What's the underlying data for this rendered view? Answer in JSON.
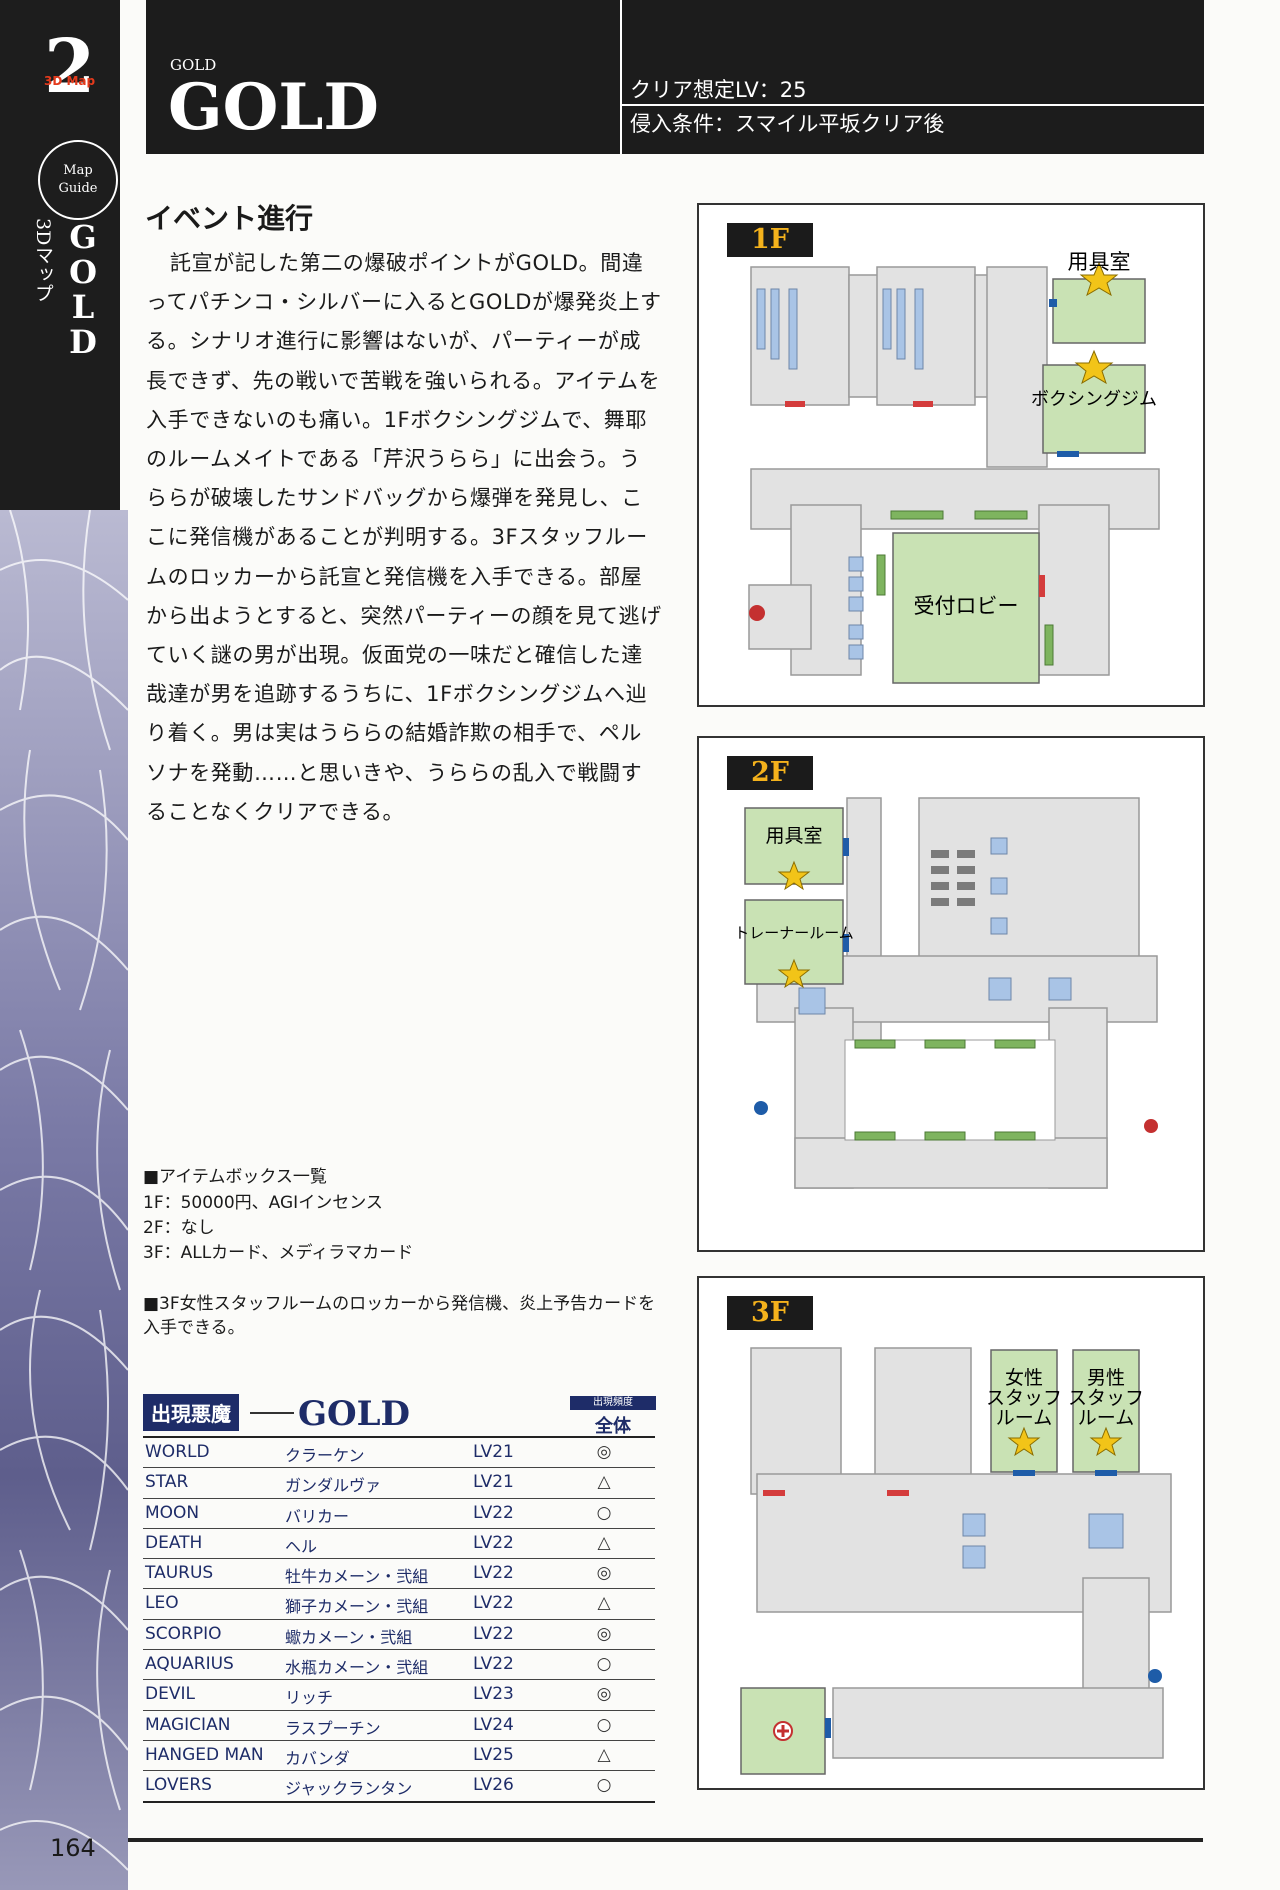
{
  "chapter": {
    "number": "2",
    "sub": "3D Map",
    "guide_line1": "Map",
    "guide_line2": "Guide",
    "vertical_jp": "3Dマップ",
    "vertical_gold": "GOLD"
  },
  "header": {
    "small_title": "GOLD",
    "big_title": "GOLD",
    "clear_level": "クリア想定LV：25",
    "entry_condition": "侵入条件：スマイル平坂クリア後"
  },
  "event": {
    "title": "イベント進行",
    "body": "託宣が記した第二の爆破ポイントがGOLD。間違ってパチンコ・シルバーに入るとGOLDが爆発炎上する。シナリオ進行に影響はないが、パーティーが成長できず、先の戦いで苦戦を強いられる。アイテムを入手できないのも痛い。1Fボクシングジムで、舞耶のルームメイトである「芹沢うらら」に出会う。うららが破壊したサンドバッグから爆弾を発見し、ここに発信機があることが判明する。3Fスタッフルームのロッカーから託宣と発信機を入手できる。部屋から出ようとすると、突然パーティーの顔を見て逃げていく謎の男が出現。仮面党の一味だと確信した達哉達が男を追跡するうちに、1Fボクシングジムへ辿り着く。男は実はうららの結婚詐欺の相手で、ペルソナを発動……と思いきや、うららの乱入で戦闘することなくクリアできる。"
  },
  "items": {
    "title": "■アイテムボックス一覧",
    "lines": [
      "1F：50000円、AGIインセンス",
      "2F：なし",
      "3F：ALLカード、メディラマカード"
    ]
  },
  "note": "■3F女性スタッフルームのロッカーから発信機、炎上予告カードを入手できる。",
  "demons": {
    "label": "出現悪魔",
    "area": "GOLD",
    "freq_header": "出現頻度",
    "freq_all": "全体",
    "rows": [
      {
        "arcana": "WORLD",
        "name": "クラーケン",
        "level": "LV21",
        "freq": "◎"
      },
      {
        "arcana": "STAR",
        "name": "ガンダルヴァ",
        "level": "LV21",
        "freq": "△"
      },
      {
        "arcana": "MOON",
        "name": "バリカー",
        "level": "LV22",
        "freq": "○"
      },
      {
        "arcana": "DEATH",
        "name": "ヘル",
        "level": "LV22",
        "freq": "△"
      },
      {
        "arcana": "TAURUS",
        "name": "牡牛カメーン・弐組",
        "level": "LV22",
        "freq": "◎"
      },
      {
        "arcana": "LEO",
        "name": "獅子カメーン・弐組",
        "level": "LV22",
        "freq": "△"
      },
      {
        "arcana": "SCORPIO",
        "name": "蠍カメーン・弐組",
        "level": "LV22",
        "freq": "◎"
      },
      {
        "arcana": "AQUARIUS",
        "name": "水瓶カメーン・弐組",
        "level": "LV22",
        "freq": "○"
      },
      {
        "arcana": "DEVIL",
        "name": "リッチ",
        "level": "LV23",
        "freq": "◎"
      },
      {
        "arcana": "MAGICIAN",
        "name": "ラスプーチン",
        "level": "LV24",
        "freq": "○"
      },
      {
        "arcana": "HANGED MAN",
        "name": "カバンダ",
        "level": "LV25",
        "freq": "△"
      },
      {
        "arcana": "LOVERS",
        "name": "ジャックランタン",
        "level": "LV26",
        "freq": "○"
      }
    ]
  },
  "maps": {
    "f1": {
      "label": "1F",
      "rooms": {
        "equip": "用具室",
        "boxing": "ボクシングジム",
        "lobby": "受付ロビー"
      }
    },
    "f2": {
      "label": "2F",
      "rooms": {
        "equip": "用具室",
        "trainer": "トレーナールーム"
      }
    },
    "f3": {
      "label": "3F",
      "rooms": {
        "female_l1": "女性",
        "female_l2": "スタッフ",
        "female_l3": "ルーム",
        "male_l1": "男性",
        "male_l2": "スタッフ",
        "male_l3": "ルーム"
      }
    }
  },
  "page_number": "164",
  "colors": {
    "header_bg": "#1c1c1c",
    "navy": "#1e2c68",
    "room_green": "#c9e2b4",
    "floor_gray": "#e2e2e2",
    "floor_label": "#f4b21c",
    "star": "#f2c418"
  }
}
